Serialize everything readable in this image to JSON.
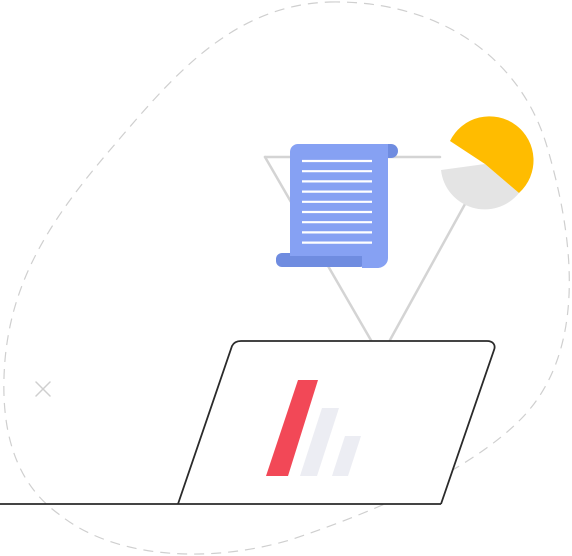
{
  "illustration": {
    "colors": {
      "background": "#ffffff",
      "blob_outline": "#cfcfcf",
      "connector_lines": "#d4d4d4",
      "document_fill": "#86a1f3",
      "document_shadow": "#6f8ce0",
      "document_lines": "#ffffff",
      "pie_slice_main": "#ffbc00",
      "pie_slice_rest": "#e4e4e4",
      "laptop_outline": "#2a2a2a",
      "bar_accent": "#f24857",
      "bar_muted": "#ecedf3",
      "sparkle": "#cfcfcf"
    },
    "icons": {
      "document": "document-scroll-icon",
      "pie_chart": "pie-chart-icon",
      "laptop": "laptop-screen-icon",
      "bars": "bar-chart-icon",
      "sparkle": "sparkle-icon"
    },
    "document_text_lines": 9,
    "chart_bars": [
      {
        "role": "accent"
      },
      {
        "role": "muted"
      },
      {
        "role": "muted"
      }
    ]
  }
}
